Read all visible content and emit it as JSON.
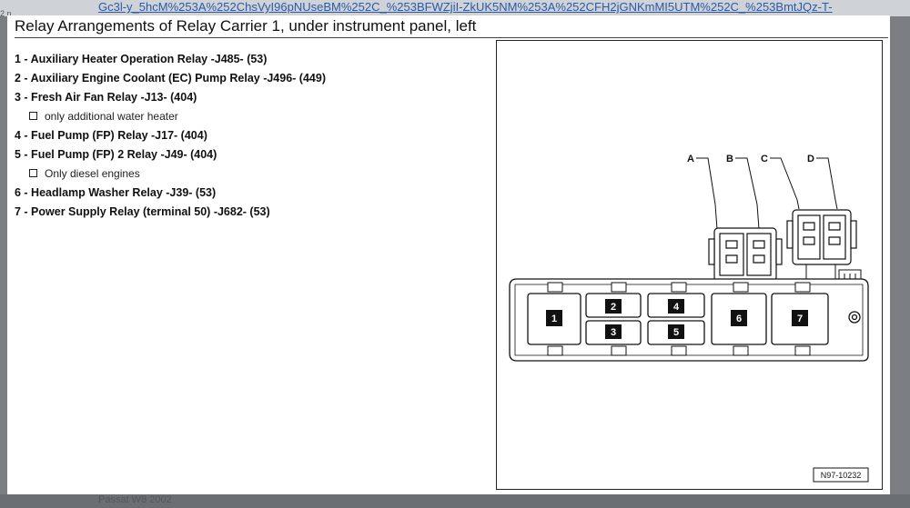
{
  "browser": {
    "url_fragment": "Gc3l-y_5hcM%253A%252ChsVyI96pNUseBM%252C_%253BFWZjiI-ZkUK5NM%253A%252CFH2jGNKmMI5UTM%252C_%253BmtJQz-T-",
    "url_cut_text": "2 n"
  },
  "document": {
    "title": "Relay Arrangements of Relay Carrier 1, under instrument panel, left",
    "relays": [
      {
        "text": "1 - Auxiliary Heater Operation Relay -J485- (53)"
      },
      {
        "text": "2 - Auxiliary Engine Coolant (EC) Pump Relay -J496- (449)"
      },
      {
        "text": "3 - Fresh Air Fan Relay -J13- (404)",
        "note": "only additional water heater"
      },
      {
        "text": "4 - Fuel Pump (FP) Relay -J17- (404)"
      },
      {
        "text": "5 - Fuel Pump (FP) 2 Relay -J49- (404)",
        "note": "Only diesel engines"
      },
      {
        "text": "6 - Headlamp Washer Relay -J39- (53)"
      },
      {
        "text": "7 - Power Supply Relay (terminal 50) -J682- (53)"
      }
    ]
  },
  "diagram": {
    "connector_labels": [
      "A",
      "B",
      "C",
      "D"
    ],
    "slot_numbers": [
      "1",
      "2",
      "3",
      "4",
      "5",
      "6",
      "7"
    ],
    "figure_id": "N97-10232"
  },
  "footer": {
    "faded_text": "Passat W8 2002"
  }
}
